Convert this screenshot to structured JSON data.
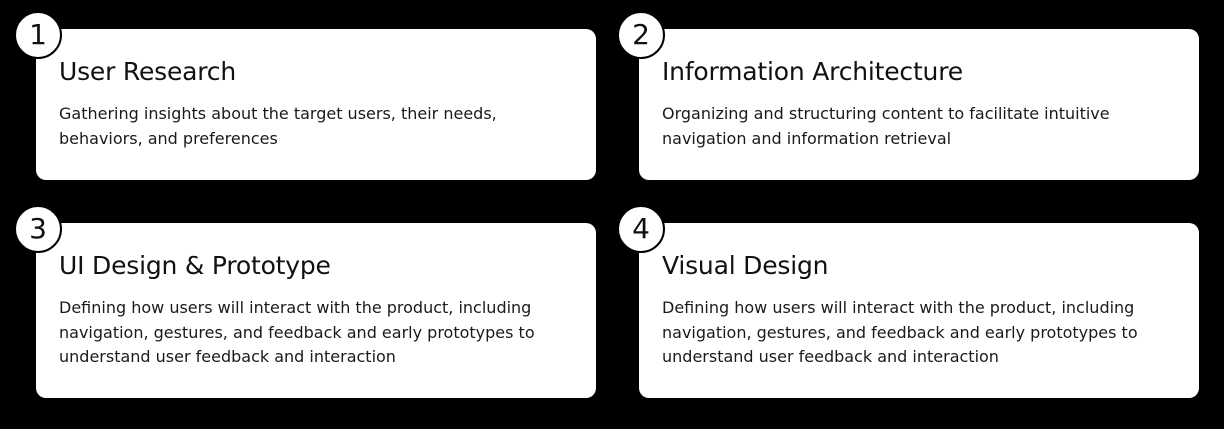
{
  "steps": [
    {
      "number": "1",
      "title": "User Research",
      "description": "Gathering insights about the target users, their needs, behaviors, and preferences"
    },
    {
      "number": "2",
      "title": "Information Architecture",
      "description": "Organizing and structuring content to facilitate intuitive navigation and information retrieval"
    },
    {
      "number": "3",
      "title": "UI Design & Prototype",
      "description": "Defining how users will interact with the product, including navigation, gestures, and feedback and early prototypes to understand user feedback and interaction"
    },
    {
      "number": "4",
      "title": "Visual Design",
      "description": "Defining how users will interact with the product, including navigation, gestures, and feedback and early prototypes to understand user feedback and interaction"
    }
  ],
  "colors": {
    "background": "#000000",
    "card": "#ffffff",
    "text": "#111111"
  }
}
